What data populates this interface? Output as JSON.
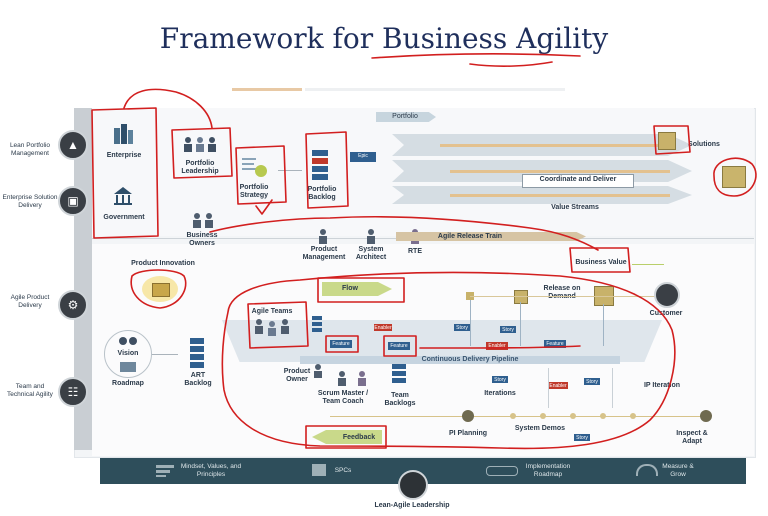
{
  "title": "Framework for Business Agility",
  "left_labels": [
    {
      "text": "Lean Portfolio Management",
      "icon": "triangle-icon"
    },
    {
      "text": "Enterprise Solution Delivery",
      "icon": "cube-icon"
    },
    {
      "text": "Agile Product Delivery",
      "icon": "gear-icon"
    },
    {
      "text": "Team and Technical Agility",
      "icon": "people-icon"
    }
  ],
  "portfolio": {
    "label": "Portfolio",
    "enterprise": "Enterprise",
    "government": "Government",
    "leadership": "Portfolio Leadership",
    "strategy": "Portfolio Strategy",
    "backlog": "Portfolio Backlog",
    "epic": "Epic",
    "business_owners": "Business Owners",
    "coordinate": "Coordinate and Deliver",
    "value_streams": "Value Streams",
    "solutions": "Solutions"
  },
  "art": {
    "product_management": "Product Management",
    "system_architect": "System Architect",
    "rte": "RTE",
    "train": "Agile Release Train",
    "business_value": "Business Value",
    "product_innovation": "Product Innovation",
    "flow": "Flow",
    "release_on_demand": "Release on Demand",
    "customer": "Customer",
    "agile_teams": "Agile Teams",
    "feature": "Feature",
    "enabler": "Enabler",
    "story": "Story",
    "pipeline": "Continuous Delivery Pipeline",
    "vision": "Vision",
    "roadmap": "Roadmap",
    "art_backlog": "ART Backlog",
    "product_owner": "Product Owner",
    "scrum_master": "Scrum Master / Team Coach",
    "team_backlogs": "Team Backlogs",
    "iterations": "Iterations",
    "ip_iteration": "IP Iteration",
    "pi_planning": "PI Planning",
    "system_demos": "System Demos",
    "inspect_adapt": "Inspect & Adapt",
    "feedback": "Feedback"
  },
  "bottom": {
    "mindset": "Mindset, Values, and Principles",
    "spcs": "SPCs",
    "implementation": "Implementation Roadmap",
    "measure": "Measure & Grow",
    "lean_agile": "Lean-Agile Leadership"
  },
  "colors": {
    "title": "#1f2f5c",
    "annotation": "#d21f1f",
    "feature_blue": "#2f5f8f",
    "enabler_red": "#c0392b",
    "bar_teal": "#2e4e5b"
  }
}
